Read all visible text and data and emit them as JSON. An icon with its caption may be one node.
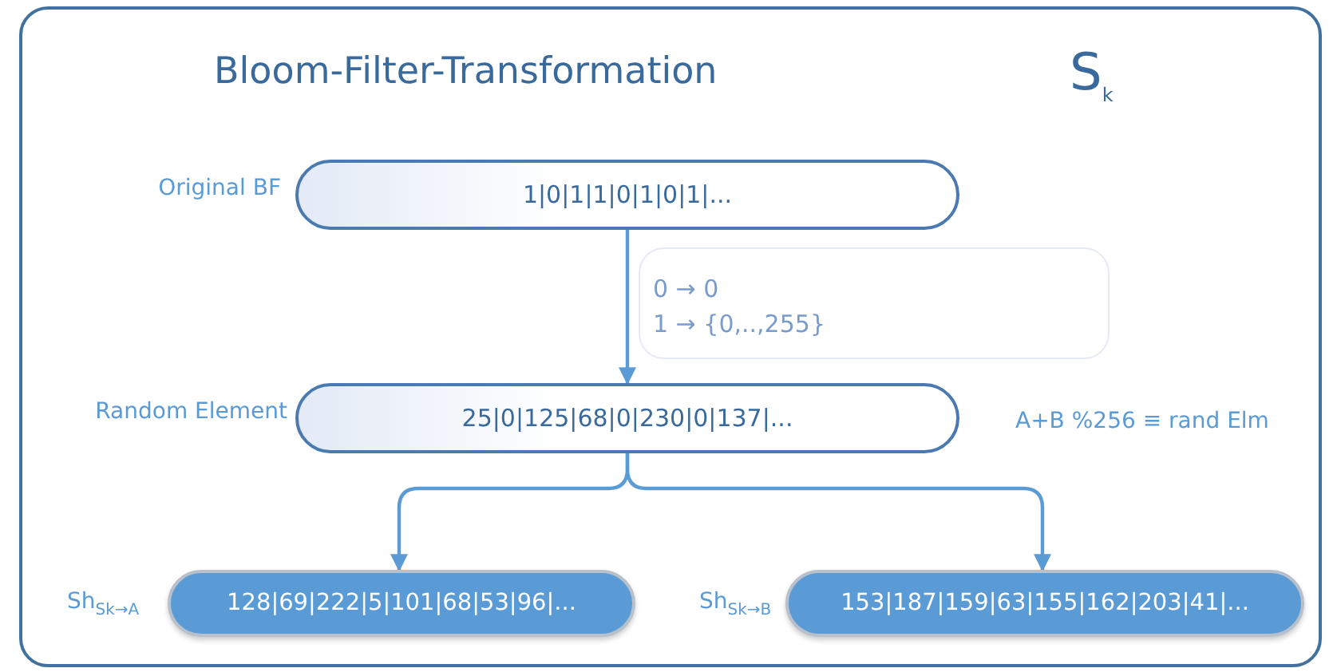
{
  "diagram": {
    "nodes": [
      {
        "text": [
          "Bloom-Filter-Transformation",
          "S$_{k}$"
        ]
      },
      {
        "text": [
          "1|0|1|1|0|1|0|1|..."
        ],
        "beside": [
          "Original BF"
        ],
        "in": 0
      },
      {
        "text": [
          "0 → 0",
          "1 → {0,..,255}"
        ],
        "in": 0
      },
      {
        "text": [
          "25|0|125|68|0|230|0|137|..."
        ],
        "beside": [
          "Random Element"
        ],
        "in": 0
      },
      {
        "text": [
          "128|69|222|5|101|68|53|96|..."
        ],
        "beside": [
          "Sh$_{Sk→A}$"
        ],
        "in": 0
      },
      {
        "text": [
          "153|187|159|63|155|162|203|41|..."
        ],
        "beside": [
          "Sh$_{Sk→B}$"
        ],
        "in": 0
      }
    ],
    "edges": [
      {
        "from": 1,
        "to": 3,
        "arrow": "to"
      },
      {
        "from": 3,
        "to": 4,
        "arrow": "to"
      },
      {
        "from": 3,
        "to": 5,
        "arrow": "to"
      }
    ],
    "labels": [
      "A+B %256 ≡ rand Elm"
    ]
  }
}
